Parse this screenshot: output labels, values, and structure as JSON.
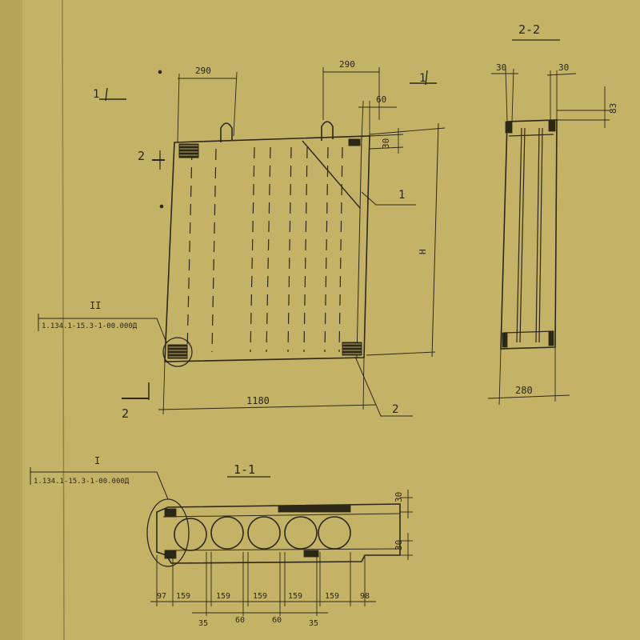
{
  "sheet": {
    "paper_color": "#c4b266",
    "ink_color": "#2c2818"
  },
  "plan": {
    "section_mark": "1",
    "section_mark_right": "1",
    "dim_top_left": "290",
    "dim_top_right": "290",
    "dim_side_60": "60",
    "dim_side_30": "30",
    "dim_height": "H",
    "dim_width": "1180",
    "section_cut_top": "2",
    "section_cut_bottom": "2",
    "callout_1": "1",
    "callout_2": "2",
    "node_ref_roman": "II",
    "node_ref_code": "1.134.1-15.3-1-00.000Д"
  },
  "section_2_2": {
    "title": "2-2",
    "dim_left": "30",
    "dim_right": "30",
    "dim_side": "83",
    "dim_width": "280"
  },
  "section_1_1": {
    "title": "1-1",
    "node_ref_roman": "I",
    "node_ref_code": "1.134.1-15.3-1-00.000Д",
    "dim_right_top": "30",
    "dim_right_bottom": "30",
    "bottom_dims": [
      "97",
      "159",
      "159",
      "159",
      "159",
      "159",
      "98"
    ],
    "sub_dims": [
      "35",
      "60",
      "60",
      "35"
    ]
  }
}
